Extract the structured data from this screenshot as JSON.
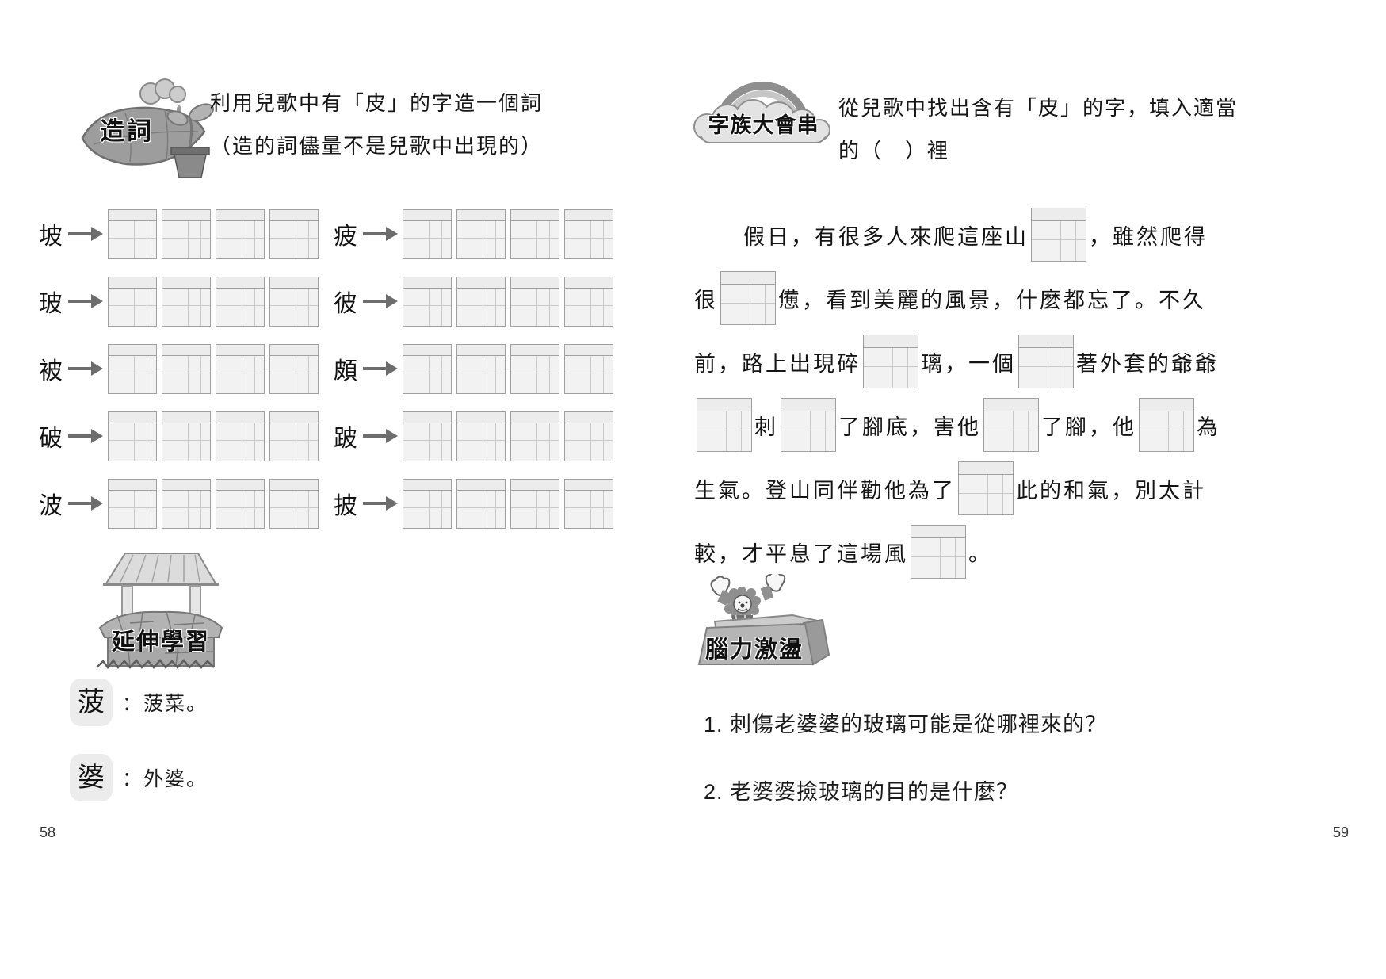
{
  "colors": {
    "paper": "#ffffff",
    "ink": "#1c1c1c",
    "grid_fill": "#f2f2f2",
    "grid_border": "#a0a0a0",
    "art_gray": "#9d9d9d"
  },
  "page_left": {
    "page_number": "58",
    "badge_label": "造詞",
    "instruction_line1": "利用兒歌中有「皮」的字造一個詞",
    "instruction_line2": "（造的詞儘量不是兒歌中出現的）",
    "word_practice": {
      "boxes_per_item": 4,
      "rows": [
        {
          "left": "坡",
          "right": "疲"
        },
        {
          "left": "玻",
          "right": "彼"
        },
        {
          "left": "被",
          "right": "頗"
        },
        {
          "left": "破",
          "right": "跛"
        },
        {
          "left": "波",
          "right": "披"
        }
      ]
    },
    "extension": {
      "badge_label": "延伸學習",
      "entries": [
        {
          "char": "菠",
          "definition": "：菠菜。"
        },
        {
          "char": "婆",
          "definition": "：外婆。"
        }
      ]
    }
  },
  "page_right": {
    "page_number": "59",
    "badge_label": "字族大會串",
    "instruction_line1": "從兒歌中找出含有「皮」的字，填入適當",
    "instruction_line2": "的（　）裡",
    "fill_in_story": {
      "lines": [
        {
          "indent": true,
          "segments": [
            {
              "text": "假日，有很多人來爬這座山"
            },
            {
              "box": true
            },
            {
              "text": "，雖然爬得"
            }
          ]
        },
        {
          "indent": false,
          "segments": [
            {
              "text": "很"
            },
            {
              "box": true
            },
            {
              "text": "憊，看到美麗的風景，什麼都忘了。不久"
            }
          ]
        },
        {
          "indent": false,
          "segments": [
            {
              "text": "前，路上出現碎"
            },
            {
              "box": true
            },
            {
              "text": "璃，一個"
            },
            {
              "box": true
            },
            {
              "text": "著外套的爺爺"
            }
          ]
        },
        {
          "indent": false,
          "segments": [
            {
              "box": true
            },
            {
              "text": "刺"
            },
            {
              "box": true
            },
            {
              "text": "了腳底，害他"
            },
            {
              "box": true
            },
            {
              "text": "了腳，他"
            },
            {
              "box": true
            },
            {
              "text": "為"
            }
          ]
        },
        {
          "indent": false,
          "segments": [
            {
              "text": "生氣。登山同伴勸他為了"
            },
            {
              "box": true
            },
            {
              "text": "此的和氣，別太計"
            }
          ]
        },
        {
          "indent": false,
          "segments": [
            {
              "text": "較，才平息了這場風"
            },
            {
              "box": true
            },
            {
              "text": "。"
            }
          ]
        }
      ]
    },
    "brainstorm": {
      "badge_label": "腦力激盪",
      "questions": [
        "1. 刺傷老婆婆的玻璃可能是從哪裡來的？",
        "2. 老婆婆撿玻璃的目的是什麼？"
      ]
    }
  }
}
